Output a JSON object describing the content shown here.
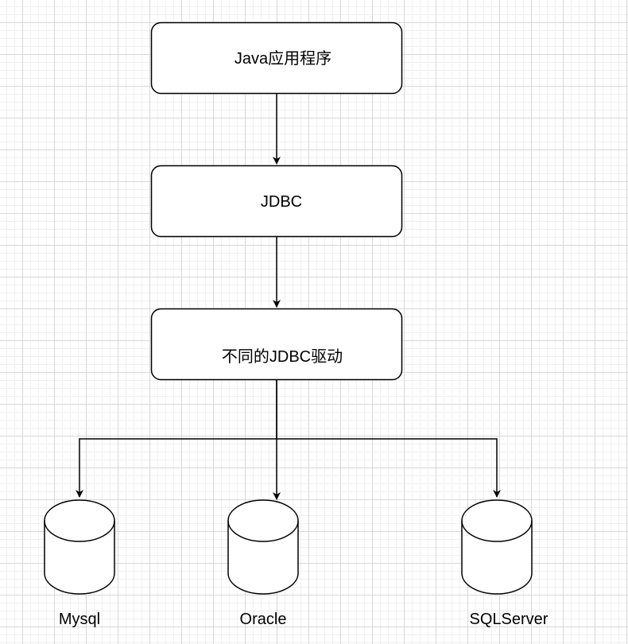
{
  "diagram": {
    "nodes": {
      "java_app": "Java应用程序",
      "jdbc": "JDBC",
      "drivers": "不同的JDBC驱动"
    },
    "databases": [
      {
        "label": "Mysql"
      },
      {
        "label": "Oracle"
      },
      {
        "label": "SQLServer"
      }
    ]
  }
}
